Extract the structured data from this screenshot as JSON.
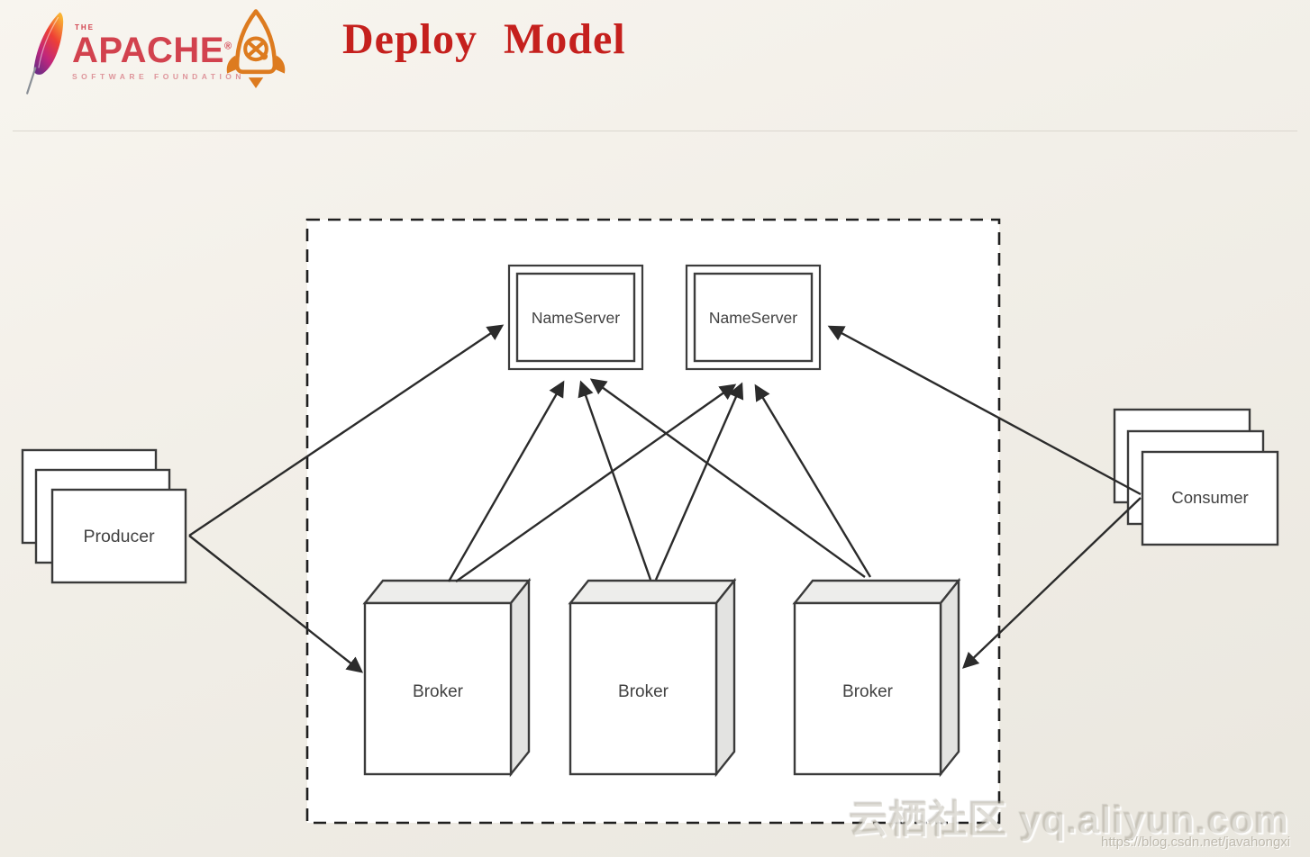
{
  "header": {
    "apache": {
      "the": "THE",
      "name": "APACHE",
      "registered": "®",
      "subtitle": "SOFTWARE FOUNDATION"
    },
    "title": "Deploy Model"
  },
  "diagram": {
    "producer": {
      "label": "Producer"
    },
    "consumer": {
      "label": "Consumer"
    },
    "nameservers": [
      {
        "label": "NameServer"
      },
      {
        "label": "NameServer"
      }
    ],
    "brokers": [
      {
        "label": "Broker"
      },
      {
        "label": "Broker"
      },
      {
        "label": "Broker"
      }
    ],
    "connections": [
      {
        "from": "Producer",
        "to": "NameServer-1"
      },
      {
        "from": "Producer",
        "to": "Broker-1"
      },
      {
        "from": "Broker-1",
        "to": "NameServer-1"
      },
      {
        "from": "Broker-1",
        "to": "NameServer-2"
      },
      {
        "from": "Broker-2",
        "to": "NameServer-1"
      },
      {
        "from": "Broker-2",
        "to": "NameServer-2"
      },
      {
        "from": "Broker-3",
        "to": "NameServer-1"
      },
      {
        "from": "Broker-3",
        "to": "NameServer-2"
      },
      {
        "from": "Consumer",
        "to": "NameServer-2"
      },
      {
        "from": "Consumer",
        "to": "Broker-3"
      }
    ]
  },
  "watermark": {
    "site": "云栖社区 yq.aliyun.com",
    "url": "https://blog.csdn.net/javahongxi"
  },
  "colors": {
    "title_red": "#c5201d",
    "apache_red": "#d2424e",
    "rocket_orange": "#dd7b1f",
    "line_dark": "#2b2b2b",
    "box_stroke": "#3a3a3a"
  }
}
